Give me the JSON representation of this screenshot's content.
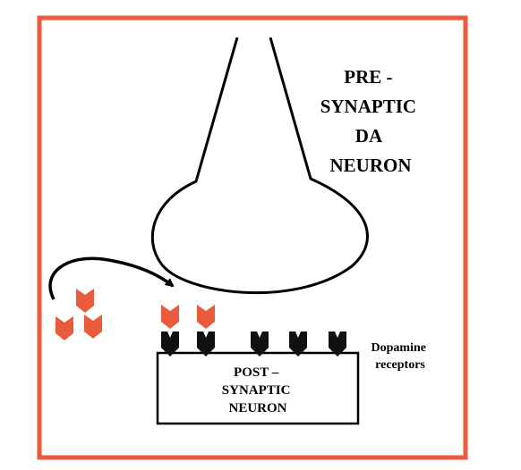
{
  "labels": {
    "presynaptic": [
      "PRE -",
      "SYNAPTIC",
      "DA",
      "NEURON"
    ],
    "postsynaptic": [
      "POST –",
      "SYNAPTIC",
      "NEURON"
    ],
    "receptors": [
      "Dopamine",
      "receptors"
    ]
  },
  "colors": {
    "frame": "#ea5a3c",
    "dopamine": "#ea5a3c",
    "receptor": "#111111",
    "line": "#000000"
  },
  "icons": [
    "dopamine-molecule-icon",
    "dopamine-receptor-icon",
    "curved-arrow-icon"
  ]
}
